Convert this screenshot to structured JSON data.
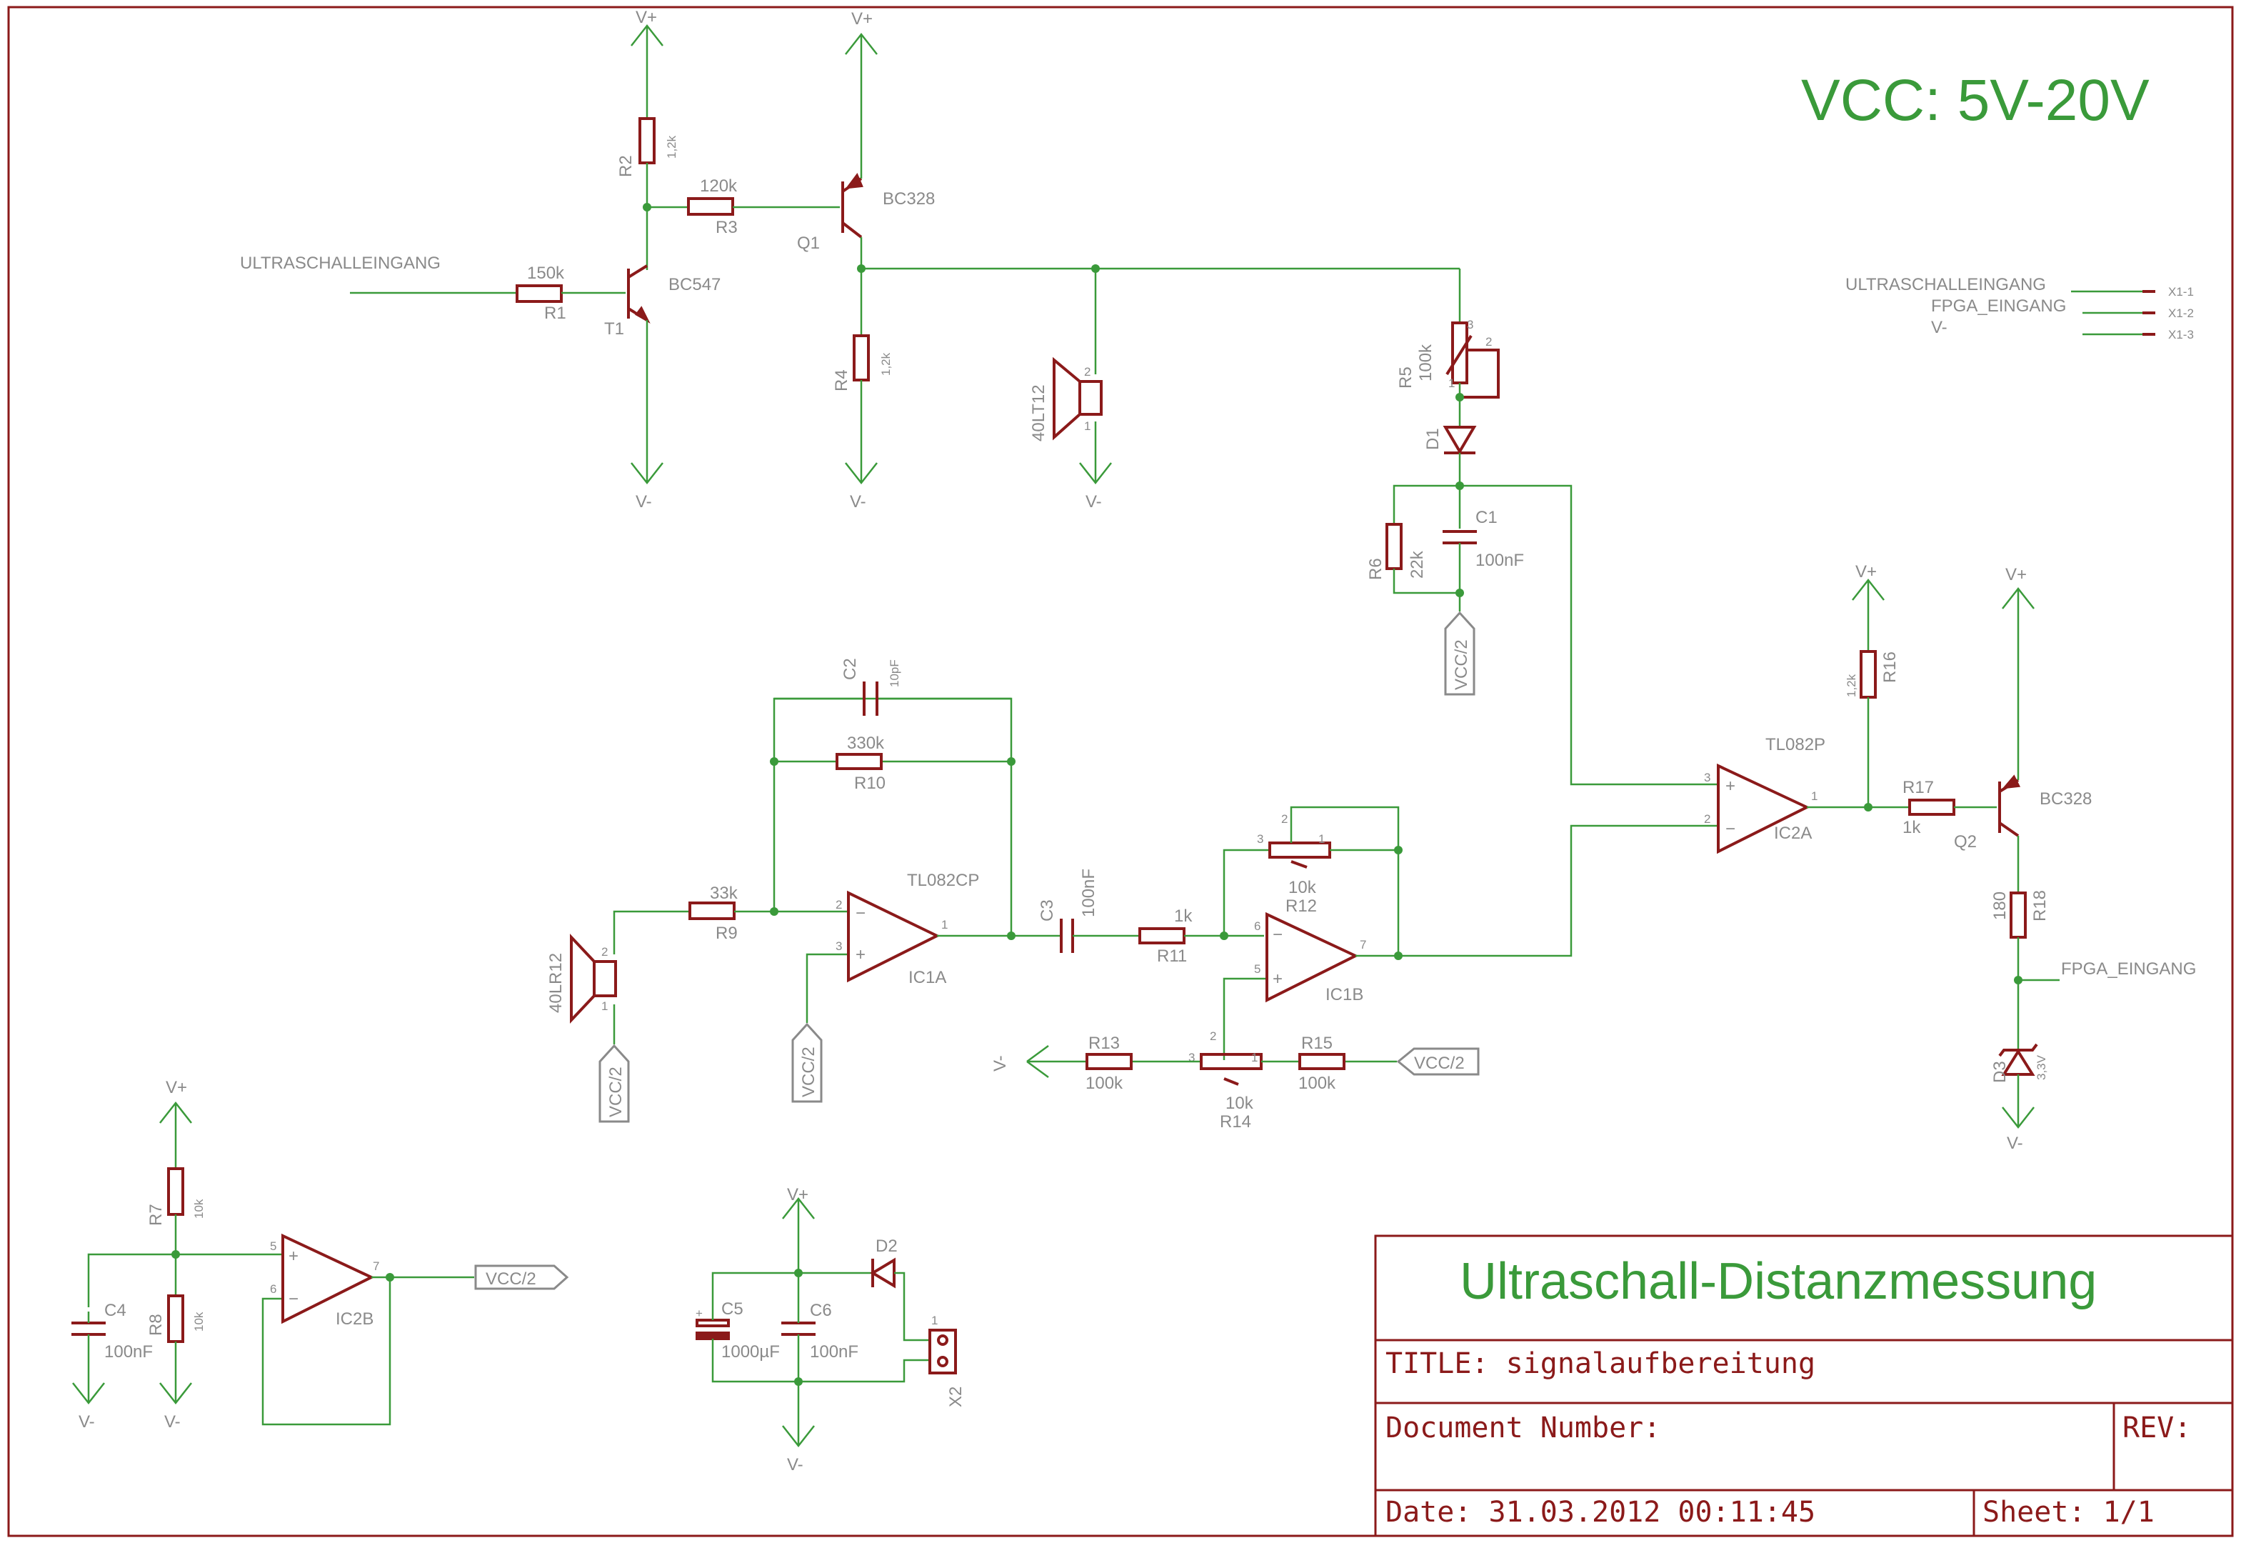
{
  "header": {
    "supply_note": "VCC: 5V-20V"
  },
  "rails": {
    "vplus": "V+",
    "vminus": "V-",
    "vcc_half": "VCC/2"
  },
  "nets": {
    "ultrasonic_in": "ULTRASCHALLEINGANG",
    "fpga_in": "FPGA_EINGANG"
  },
  "components": {
    "R1": {
      "name": "R1",
      "value": "150k"
    },
    "R2": {
      "name": "R2",
      "value": "1,2k"
    },
    "R3": {
      "name": "R3",
      "value": "120k"
    },
    "R4": {
      "name": "R4",
      "value": "1,2k"
    },
    "R5": {
      "name": "R5",
      "value": "100k"
    },
    "R6": {
      "name": "R6",
      "value": "22k"
    },
    "R7": {
      "name": "R7",
      "value": "10k"
    },
    "R8": {
      "name": "R8",
      "value": "10k"
    },
    "R9": {
      "name": "R9",
      "value": "33k"
    },
    "R10": {
      "name": "R10",
      "value": "330k"
    },
    "R11": {
      "name": "R11",
      "value": "1k"
    },
    "R12": {
      "name": "R12",
      "value": "10k"
    },
    "R13": {
      "name": "R13",
      "value": "100k"
    },
    "R14": {
      "name": "R14",
      "value": "10k"
    },
    "R15": {
      "name": "R15",
      "value": "100k"
    },
    "R16": {
      "name": "R16",
      "value": "1,2k"
    },
    "R17": {
      "name": "R17",
      "value": "1k"
    },
    "R18": {
      "name": "R18",
      "value": "180"
    },
    "C1": {
      "name": "C1",
      "value": "100nF"
    },
    "C2": {
      "name": "C2",
      "value": "10pF"
    },
    "C3": {
      "name": "C3",
      "value": "100nF"
    },
    "C4": {
      "name": "C4",
      "value": "100nF"
    },
    "C5": {
      "name": "C5",
      "value": "1000µF"
    },
    "C6": {
      "name": "C6",
      "value": "100nF"
    },
    "T1": {
      "name": "T1",
      "value": "BC547"
    },
    "Q1": {
      "name": "Q1",
      "value": "BC328"
    },
    "Q2": {
      "name": "Q2",
      "value": "BC328"
    },
    "D1": {
      "name": "D1"
    },
    "D2": {
      "name": "D2"
    },
    "D3": {
      "name": "D3",
      "value": "3,3V"
    },
    "LS_TX": {
      "value": "40LT12"
    },
    "LS_RX": {
      "value": "40LR12"
    },
    "IC1A": {
      "name": "IC1A",
      "value": "TL082CP"
    },
    "IC1B": {
      "name": "IC1B"
    },
    "IC2A": {
      "name": "IC2A",
      "value": "TL082P"
    },
    "IC2B": {
      "name": "IC2B"
    },
    "X1": {
      "pins": [
        "X1-1",
        "X1-2",
        "X1-3"
      ]
    },
    "X2": {
      "name": "X2"
    }
  },
  "pins": {
    "p1": "1",
    "p2": "2",
    "p3": "3",
    "p5": "5",
    "p6": "6",
    "p7": "7",
    "plus": "+",
    "minus": "−"
  },
  "title_block": {
    "project": "Ultraschall-Distanzmessung",
    "title": "TITLE:  signalaufbereitung",
    "document": "Document Number:",
    "rev": "REV:",
    "date": "Date: 31.03.2012 00:11:45",
    "sheet": "Sheet: 1/1"
  }
}
